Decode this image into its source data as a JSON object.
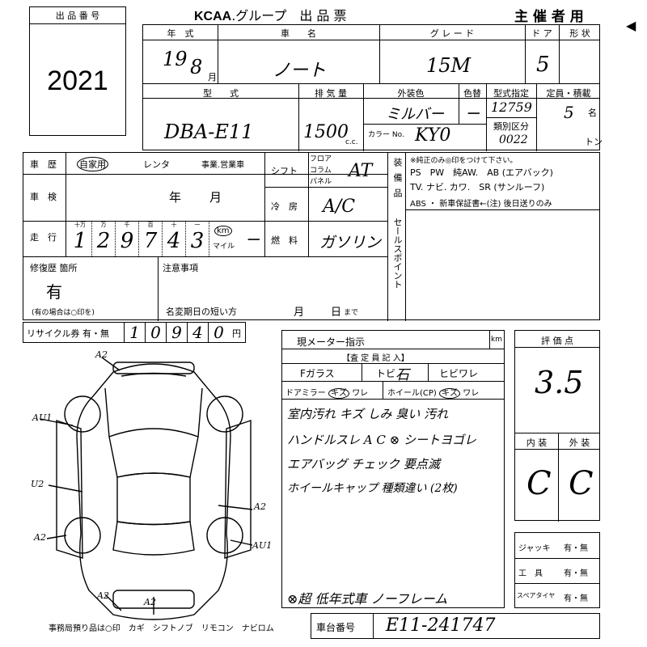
{
  "header": {
    "lot_label": "出 品 番 号",
    "lot_number": "2021",
    "logo": "KCAA",
    "title_rest": ".グループ　出 品 票",
    "organizer": "主 催 者 用"
  },
  "row1": {
    "year_label": "年　式",
    "year_value": "19",
    "month_value": "8",
    "month_suffix": "月",
    "model_label": "車　　名",
    "model_value": "ノート",
    "grade_label": "グ レ ー ド",
    "grade_value": "15M",
    "door_label": "ド ア",
    "door_value": "5",
    "shape_label": "形 状"
  },
  "row2": {
    "type_label": "型　　式",
    "type_value": "DBA-E11",
    "disp_label": "排 気 量",
    "disp_value": "1500",
    "disp_unit": "c.c.",
    "color_label": "外装色",
    "color_value": "ミルバー",
    "color_change_label": "色替",
    "color_change_value": "ー",
    "color_no_label": "カラー No.",
    "color_no_value": "KY0",
    "model_designation_label": "型式指定",
    "model_designation_value": "12759",
    "class_label": "類別区分",
    "class_value": "0022",
    "capacity_label": "定員・積載",
    "capacity_value": "5",
    "capacity_unit1": "名",
    "capacity_unit2": "トン"
  },
  "history": {
    "reki_label": "車　歴",
    "private_label": "自家用",
    "rental_label": "レンタ",
    "business_label": "事業.営業車",
    "shaken_label": "車　検",
    "shaken_year": "年",
    "shaken_month": "月",
    "mileage_label": "走　行",
    "mileage_units": [
      "十万",
      "万",
      "千",
      "百",
      "十",
      "一"
    ],
    "mileage_digits": [
      "1",
      "2",
      "9",
      "7",
      "4",
      "3"
    ],
    "km_label": "km",
    "mile_label": "マイル",
    "km_mark": "ー"
  },
  "shift": {
    "shift_label": "シフト",
    "floor_label": "フロア",
    "column_label": "コラム",
    "panel_label": "パネル",
    "shift_value": "AT",
    "ac_label": "冷　房",
    "ac_value": "A/C",
    "fuel_label": "燃　料",
    "fuel_value": "ガソリン"
  },
  "equipment": {
    "side_label": "装備品",
    "note": "※純正のみ◎印をつけて下さい。",
    "line1": "PS　PW　純AW.　AB (エアバック)",
    "line2": "TV. ナビ. カワ.　SR (サンルーフ)",
    "line3": "ABS ・ 新車保証書←(注) 後日送りのみ",
    "sales_label": "セールスポイント"
  },
  "repair": {
    "label": "修復歴 箇所",
    "value": "有",
    "note": "(有の場合は○印を)",
    "notes_label": "注意事項",
    "expire_label": "名変期日の短い方",
    "expire_month": "月",
    "expire_day": "日",
    "expire_suffix": "まで"
  },
  "recycle": {
    "label": "リサイクル券 有・無",
    "value": "10940",
    "unit": "円"
  },
  "inspection": {
    "meter_label": "現メーター指示",
    "km_unit": "km",
    "inspector_label": "【査 定 員 記 入】",
    "fglass": "Fガラス",
    "tobi": "トビ",
    "ishi": "石",
    "hibi": "ヒビワレ",
    "mirror_label": "ドアミラー",
    "mirror_kizu": "キズ",
    "mirror_ware": "ワレ",
    "wheel_label": "ホイール(CP)",
    "wheel_kizu": "キズ",
    "wheel_ware": "ワレ",
    "notes": [
      "室内汚れ キズ しみ 臭い 汚れ",
      "ハンドルスレ A C ⊗ シートヨゴレ",
      "エアバッグ チェック 要点滅",
      "ホイールキャップ 種類違い (2枚)"
    ],
    "bottom_note": "⊗超 低年式車 ノーフレーム"
  },
  "rating": {
    "label": "評 価 点",
    "value": "3.5",
    "interior_label": "内 装",
    "exterior_label": "外 装",
    "interior_value": "C",
    "exterior_value": "C"
  },
  "tools": {
    "jack": "ジャッキ",
    "jack_opt": "有・無",
    "tools": "工　具",
    "tools_opt": "有・無",
    "spare": "スペアタイヤ",
    "spare_opt": "有・無"
  },
  "diagram_marks": [
    "A2",
    "AU1",
    "U2",
    "A2",
    "A2",
    "AU1",
    "A2",
    "A2"
  ],
  "footer": {
    "office_note": "事務局預り品は○印　カギ　シフトノブ　リモコン　ナビロム",
    "chassis_label": "車台番号",
    "chassis_value": "E11-241747"
  }
}
